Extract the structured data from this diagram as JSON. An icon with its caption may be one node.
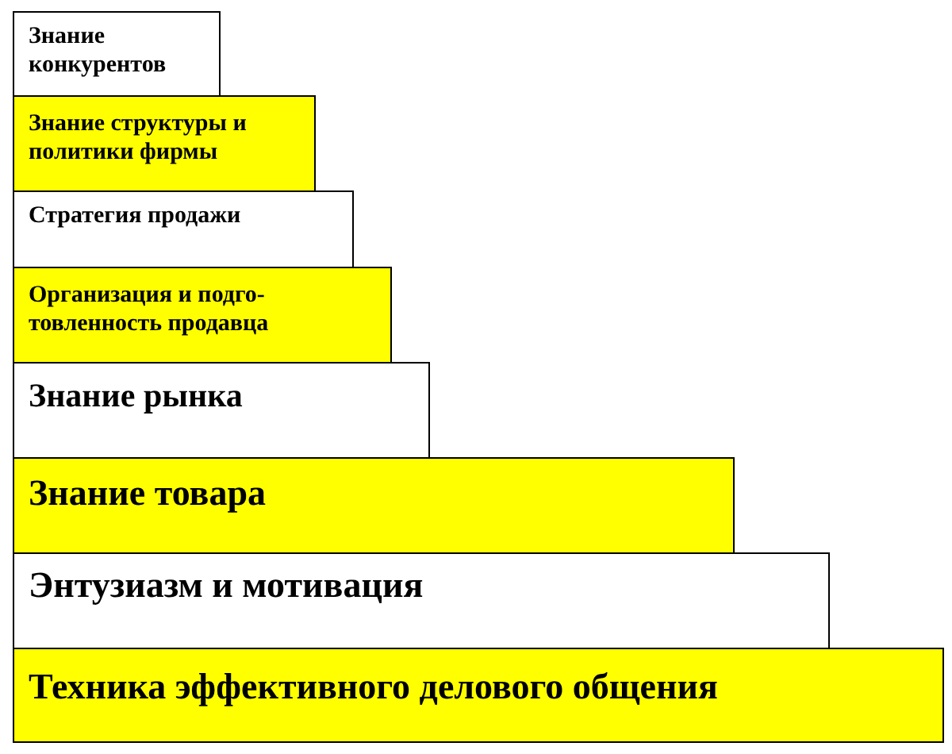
{
  "diagram": {
    "nodes": [
      {
        "text": [
          "Знание конкурентов"
        ]
      },
      {
        "text": [
          "Знание структуры и политики фирмы"
        ]
      },
      {
        "text": [
          "Стратегия продажи"
        ]
      },
      {
        "text": [
          "Организация и подго-товленность продавца"
        ]
      },
      {
        "text": [
          "Знание рынка"
        ]
      },
      {
        "text": [
          "Знание товара"
        ]
      },
      {
        "text": [
          "Энтузиазм и мотивация"
        ]
      },
      {
        "text": [
          "Техника эффективного делового общения"
        ]
      }
    ]
  }
}
